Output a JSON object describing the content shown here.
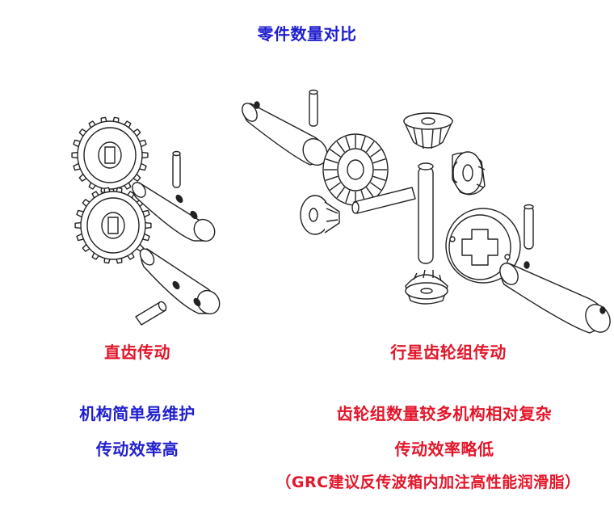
{
  "title": "零件数量对比",
  "left": {
    "label": "直齿传动",
    "notes": [
      "机构简单易维护",
      "传动效率高"
    ]
  },
  "right": {
    "label": "行星齿轮组传动",
    "notes": [
      "齿轮组数量较多机构相对复杂",
      "传动效率略低",
      "（GRC建议反传波箱内加注高性能润滑脂）"
    ]
  },
  "colors": {
    "title": "#1f1fcf",
    "label": "#e3162a",
    "left_notes": "#1f1fcf",
    "right_notes": "#e3162a"
  }
}
